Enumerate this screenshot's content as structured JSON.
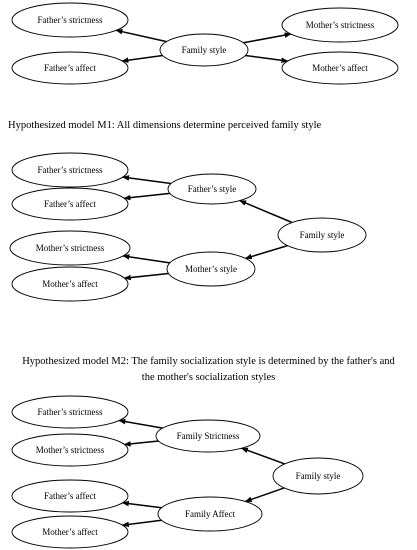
{
  "figure": {
    "models": [
      {
        "caption": "",
        "nodes": [
          {
            "id": "fs",
            "label": "Father’s strictness"
          },
          {
            "id": "fa",
            "label": "Father’s affect"
          },
          {
            "id": "family",
            "label": "Family style"
          },
          {
            "id": "ms",
            "label": "Mother’s strictness"
          },
          {
            "id": "ma",
            "label": "Mother’s affect"
          }
        ],
        "edges": [
          {
            "from": "family",
            "to": "fs"
          },
          {
            "from": "family",
            "to": "fa"
          },
          {
            "from": "family",
            "to": "ms"
          },
          {
            "from": "family",
            "to": "ma"
          }
        ]
      },
      {
        "caption": "Hypothesized model M1: All dimensions determine perceived family style",
        "nodes": [
          {
            "id": "fs",
            "label": "Father’s strictness"
          },
          {
            "id": "fa",
            "label": "Father’s affect"
          },
          {
            "id": "fstyle",
            "label": "Father’s style"
          },
          {
            "id": "family",
            "label": "Family style"
          },
          {
            "id": "ms",
            "label": "Mother’s strictness"
          },
          {
            "id": "mstyle",
            "label": "Mother’s style"
          },
          {
            "id": "ma",
            "label": "Mother’s affect"
          }
        ],
        "edges": [
          {
            "from": "fstyle",
            "to": "fs"
          },
          {
            "from": "fstyle",
            "to": "fa"
          },
          {
            "from": "family",
            "to": "fstyle"
          },
          {
            "from": "family",
            "to": "mstyle"
          },
          {
            "from": "mstyle",
            "to": "ms"
          },
          {
            "from": "mstyle",
            "to": "ma"
          }
        ]
      },
      {
        "caption_lines": [
          "Hypothesized model M2: The family socialization style is determined by the father's and",
          "the mother's socialization styles"
        ],
        "nodes": [
          {
            "id": "fs",
            "label": "Father’s strictness"
          },
          {
            "id": "ms",
            "label": "Mother’s strictness"
          },
          {
            "id": "fstrict",
            "label": "Family Strictness"
          },
          {
            "id": "family",
            "label": "Family style"
          },
          {
            "id": "fa",
            "label": "Father’s affect"
          },
          {
            "id": "faffect",
            "label": "Family Affect"
          },
          {
            "id": "ma",
            "label": "Mother’s affect"
          }
        ],
        "edges": [
          {
            "from": "fstrict",
            "to": "fs"
          },
          {
            "from": "fstrict",
            "to": "ms"
          },
          {
            "from": "family",
            "to": "fstrict"
          },
          {
            "from": "family",
            "to": "faffect"
          },
          {
            "from": "faffect",
            "to": "fa"
          },
          {
            "from": "faffect",
            "to": "ma"
          }
        ]
      }
    ]
  }
}
